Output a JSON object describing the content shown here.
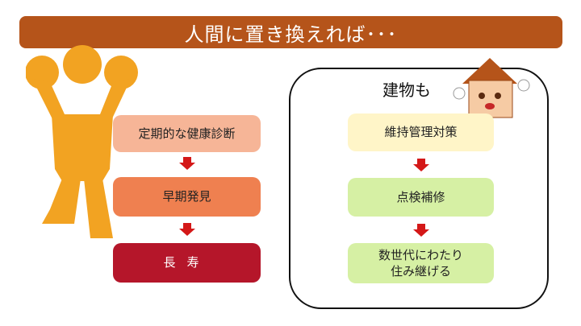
{
  "title": "人間に置き換えれば･･･",
  "left_flow": {
    "steps": [
      "定期的な健康診断",
      "早期発見",
      "長寿"
    ]
  },
  "right_flow": {
    "label": "建物も",
    "steps": [
      "維持管理対策",
      "点検補修",
      "数世代にわたり\n住み継げる"
    ]
  },
  "colors": {
    "title_bar": "#b5541a",
    "person": "#f2a322",
    "left_steps": [
      "#f6b597",
      "#ef8050",
      "#b5162a"
    ],
    "right_steps": [
      "#fff5c8",
      "#d6f0a4",
      "#d6f0a4"
    ],
    "arrow": "#d41818"
  }
}
